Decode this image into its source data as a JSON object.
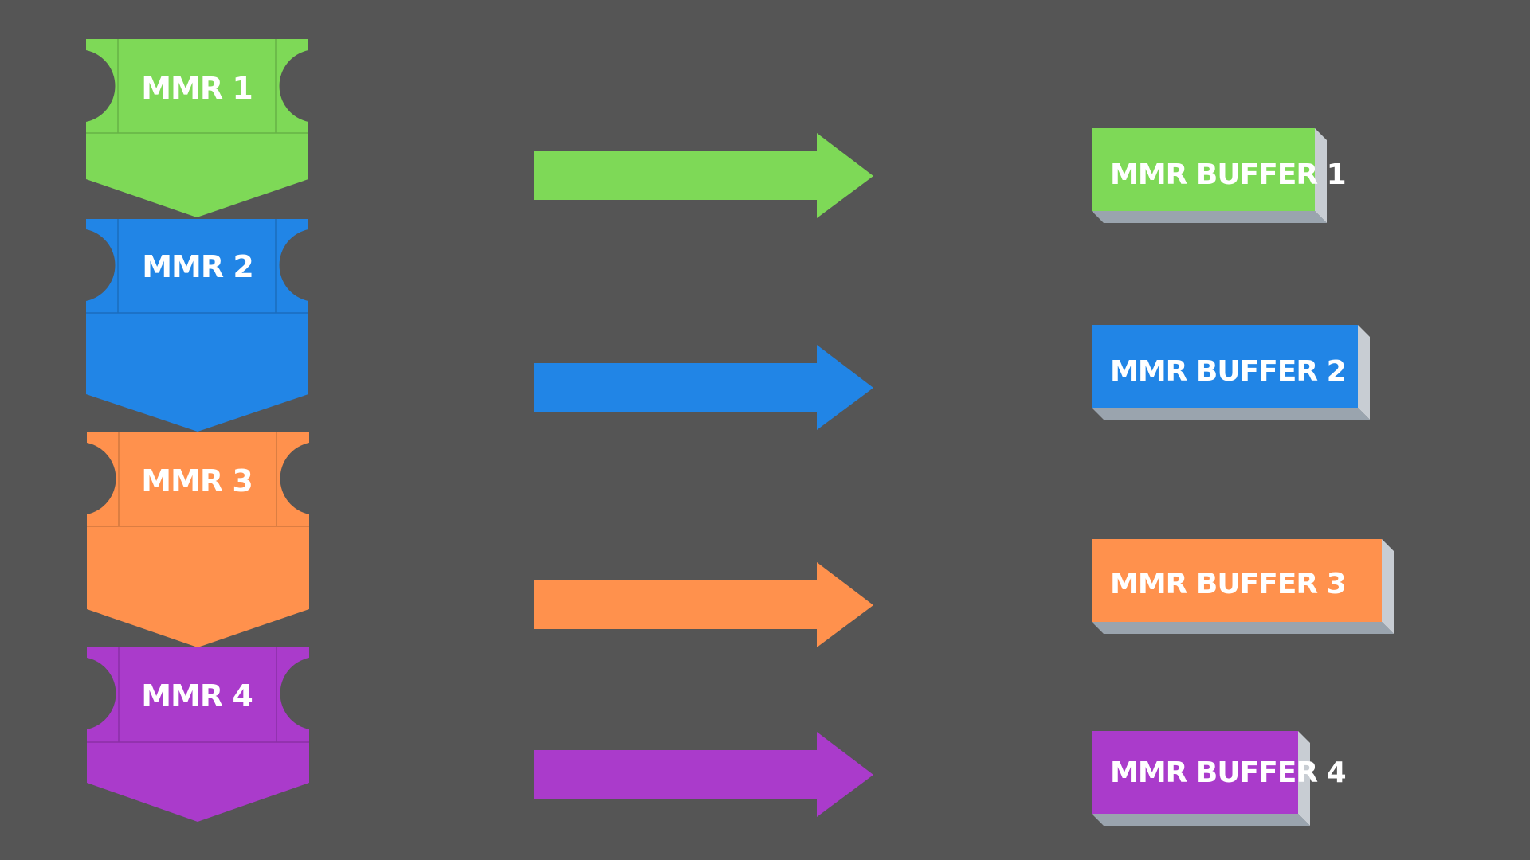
{
  "background": "#555555",
  "stages": [
    {
      "label": "MMR 1",
      "buffer_label": "MMR BUFFER 1",
      "color": "#7ED957",
      "icon": "ticket-chevron-icon"
    },
    {
      "label": "MMR 2",
      "buffer_label": "MMR BUFFER 2",
      "color": "#2185E6",
      "icon": "ticket-chevron-icon"
    },
    {
      "label": "MMR 3",
      "buffer_label": "MMR BUFFER 3",
      "color": "#FF914D",
      "icon": "ticket-chevron-icon"
    },
    {
      "label": "MMR 4",
      "buffer_label": "MMR BUFFER 4",
      "color": "#AA3BCB",
      "icon": "ticket-chevron-icon"
    }
  ],
  "buffer_side_color": "#C8CDD3",
  "buffer_bottom_color": "#9AA4AE",
  "arrow_icon": "right-arrow-icon"
}
